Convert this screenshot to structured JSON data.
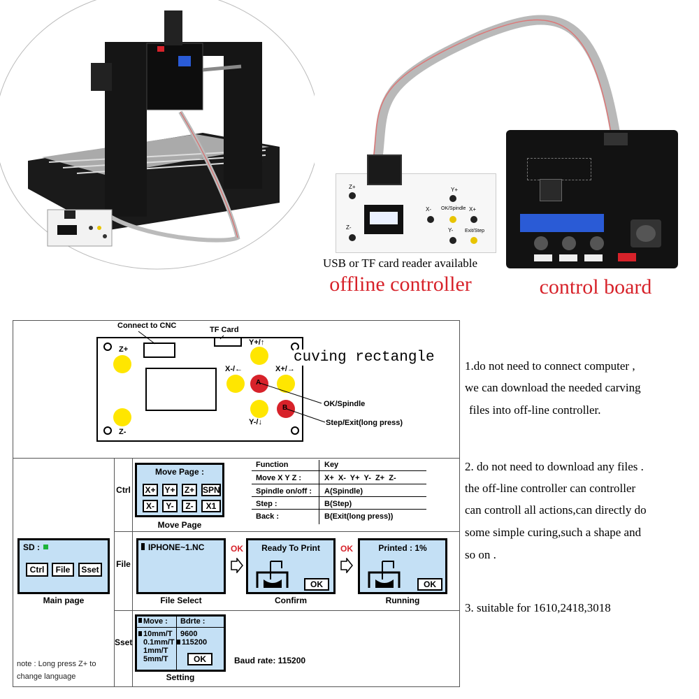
{
  "top": {
    "usb_text": "USB or TF card reader available",
    "offline_title": "offline controller",
    "board_title": "control board",
    "colors": {
      "red": "#d7222a",
      "pcb": "#111111",
      "cable": "#b8b8b8"
    }
  },
  "diagram": {
    "connect_to_cnc": "Connect to CNC",
    "tf_card": "TF Card",
    "z_plus": "Z+",
    "z_minus": "Z-",
    "y_plus": "Y+/↑",
    "y_minus": "Y-/↓",
    "x_minus": "X-/←",
    "x_plus": "X+/→",
    "a": "A",
    "b": "B",
    "ok_spindle": "OK/Spindle",
    "step_exit": "Step/Exit(long press)",
    "cuving": "cuving rectangle"
  },
  "notes": {
    "n1": [
      "1.do not need to connect computer ,",
      "we can download the needed carving",
      "files into off-line controller."
    ],
    "n2": [
      "2. do not need to download any files .",
      "the off-line controller can controller",
      "can controll all actions,can directly do",
      "some simple curing,such a shape and",
      "so on ."
    ],
    "n3": "3. suitable for 1610,2418,3018"
  },
  "ctrl": {
    "row_label": "Ctrl",
    "lcd_title": "Move Page :",
    "buttons_row1": [
      "X+",
      "Y+",
      "Z+",
      "SPN"
    ],
    "buttons_row2": [
      "X-",
      "Y-",
      "Z-",
      "X1"
    ],
    "caption": "Move Page",
    "table_headers": [
      "Function",
      "Key"
    ],
    "table_rows": [
      [
        "Move X Y Z :",
        "X+  X-  Y+  Y-  Z+  Z-"
      ],
      [
        "Spindle on/off :",
        "A(Spindle)"
      ],
      [
        "Step :",
        "B(Step)"
      ],
      [
        "Back :",
        "B(Exit(long press))"
      ]
    ]
  },
  "main_page": {
    "sd": "SD :",
    "buttons": [
      "Ctrl",
      "File",
      "Sset"
    ],
    "caption": "Main page",
    "note": [
      "note : Long press Z+ to",
      "change language"
    ]
  },
  "file": {
    "row_label": "File",
    "file_name": "IPHONE~1.NC",
    "caption_select": "File Select",
    "ok1": "OK",
    "ready": "Ready To Print",
    "ok_btn": "OK",
    "caption_confirm": "Confirm",
    "ok2": "OK",
    "printed": "Printed : 1%",
    "progress_percent": 1,
    "ok_btn2": "OK",
    "caption_running": "Running"
  },
  "sset": {
    "row_label": "Sset",
    "move_header": "Move :",
    "bdrte_header": "Bdrte :",
    "moves": [
      "10mm/T",
      "0.1mm/T",
      "1mm/T",
      "5mm/T"
    ],
    "bauds": [
      "9600",
      "115200"
    ],
    "ok_btn": "OK",
    "caption": "Setting",
    "baud_rate": "Baud rate: 115200"
  }
}
